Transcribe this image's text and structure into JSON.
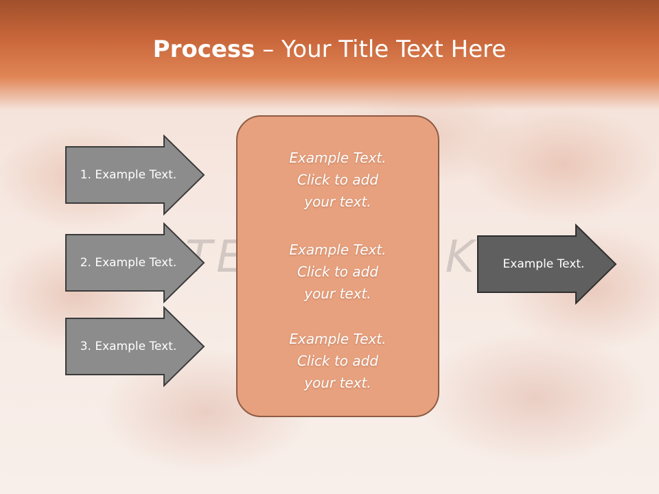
{
  "title": {
    "bold": "Process",
    "separator": " – ",
    "rest": "Your Title Text Here"
  },
  "watermark_text": "TEAMWORK",
  "left_arrows": [
    {
      "label": "1. Example Text."
    },
    {
      "label": "2. Example Text."
    },
    {
      "label": "3. Example Text."
    }
  ],
  "center_box": {
    "items": [
      {
        "line1": "Example Text.",
        "line2": "Click  to add",
        "line3": "your text."
      },
      {
        "line1": "Example Text.",
        "line2": "Click  to add",
        "line3": "your text."
      },
      {
        "line1": "Example Text.",
        "line2": "Click  to add",
        "line3": "your text."
      }
    ]
  },
  "right_arrow": {
    "label": "Example Text."
  },
  "colors": {
    "title_band": "#c8663a",
    "left_arrow_fill": "#8c8c8c",
    "right_arrow_fill": "#5f5f5f",
    "center_box_fill": "#e7a17e",
    "center_box_border": "#8e5b45"
  }
}
